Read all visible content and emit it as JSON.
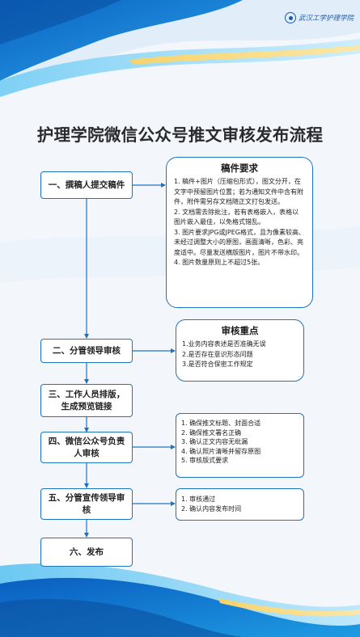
{
  "header": {
    "logo_text": "武汉工学护理学院",
    "title": "护理学院微信公众号推文审核发布流程"
  },
  "steps": [
    {
      "label": "一、撰稿人提交稿件"
    },
    {
      "label": "二、分管领导审核"
    },
    {
      "label": "三、工作人员排版，生成预览链接"
    },
    {
      "label": "四、微信公众号负责人审核"
    },
    {
      "label": "五、分管宣传领导审核"
    },
    {
      "label": "六、发布"
    }
  ],
  "notes": {
    "requirements": {
      "title": "稿件要求",
      "items": [
        "1. 稿件+图片（压缩包形式），图文分开，在文字中预留图片位置；若为通知文件中含有附件，附件需另存文档随正文打包发送。",
        "2. 文档需去除批注，若有表格嵌入，表格以图片嵌入最佳，以免格式错乱。",
        "3. 图片要求JPG或JPEG格式，且为像素较高、未经过调整大小的原图，画面清晰，色彩、亮度适中。尽量发送横版图片，图片不带水印。",
        "4. 图片数量原则上不超过5张。"
      ]
    },
    "review_points": {
      "title": "审核重点",
      "items": [
        "1.业务内容表述是否准确无误",
        "2.是否存在意识形态问题",
        "3.是否符合保密工作规定"
      ]
    },
    "officer_checks": {
      "items": [
        "1. 确保推文标题、封面合适",
        "2. 确保推文署名正确",
        "3. 确认正文内容无纰漏",
        "4. 确认照片清晰并留存原图",
        "5. 审核版式要求"
      ]
    },
    "final_checks": {
      "items": [
        "1. 审核通过",
        "2. 确认内容发布时间"
      ]
    }
  }
}
